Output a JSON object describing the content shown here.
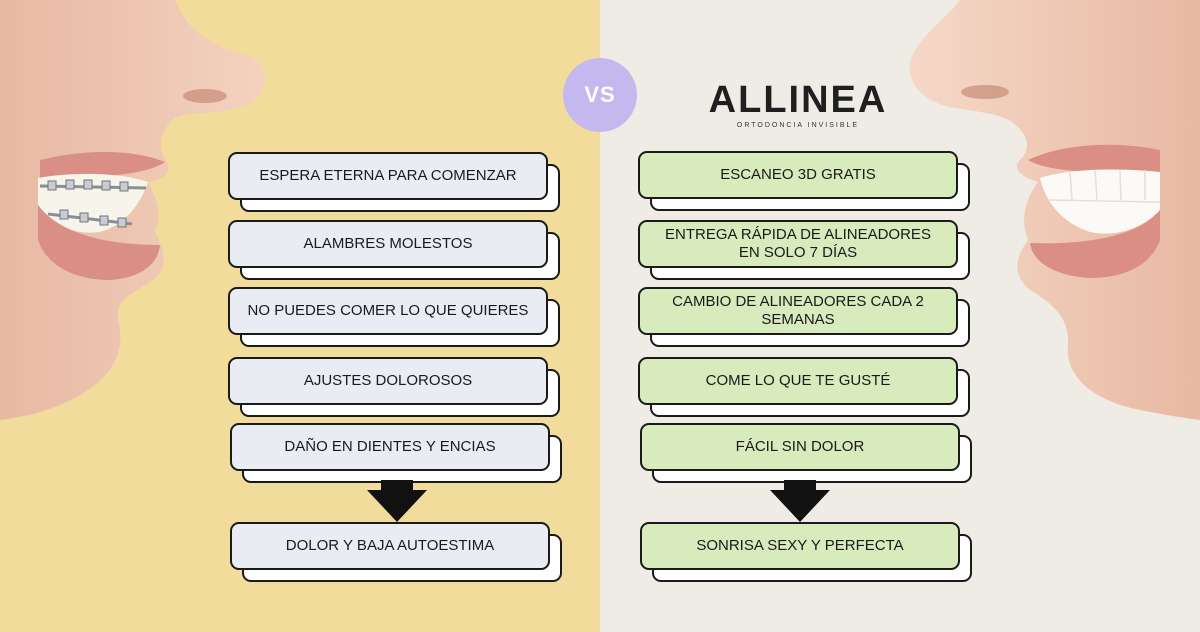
{
  "vs_label": "VS",
  "brand": {
    "name": "ALLINEA",
    "tagline": "ORTODONCIA INVISIBLE"
  },
  "left_column": {
    "items": [
      "ESPERA ETERNA PARA COMENZAR",
      "ALAMBRES MOLESTOS",
      "NO PUEDES COMER LO QUE QUIERES",
      "AJUSTES DOLOROSOS",
      "DAÑO EN DIENTES Y ENCIAS"
    ],
    "result": "DOLOR Y BAJA AUTOESTIMA"
  },
  "right_column": {
    "items": [
      "ESCANEO 3D GRATIS",
      "ENTREGA RÁPIDA DE ALINEADORES EN SOLO 7 DÍAS",
      "CAMBIO DE ALINEADORES CADA 2 SEMANAS",
      "COME LO QUE TE GUSTÉ",
      "FÁCIL SIN DOLOR"
    ],
    "result": "SONRISA SEXY Y PERFECTA"
  },
  "colors": {
    "left_background": "#f1dc9c",
    "right_background": "#efebe5",
    "vs_badge": "#c4b8ee",
    "con_card": "#e9edf3",
    "pro_card": "#d7ebbd",
    "outline": "#1a1a1a"
  }
}
